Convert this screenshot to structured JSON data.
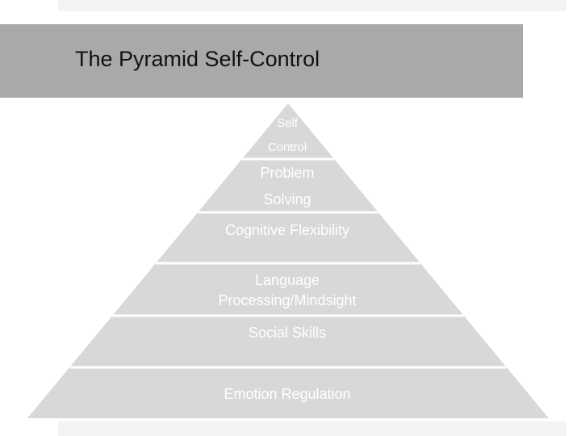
{
  "title": "The Pyramid Self-Control",
  "levels": [
    {
      "lines": [
        "Self",
        "Control"
      ]
    },
    {
      "lines": [
        "Problem",
        "Solving"
      ]
    },
    {
      "lines": [
        "Cognitive Flexibility"
      ]
    },
    {
      "lines": [
        "Language",
        "Processing/Mindsight"
      ]
    },
    {
      "lines": [
        "Social Skills"
      ]
    },
    {
      "lines": [
        "Emotion Regulation"
      ]
    }
  ],
  "colors": {
    "title_bar": "#a9a9a9",
    "pyramid_fill": "#d8d8d8",
    "divider": "#ffffff",
    "label_text": "#ffffff"
  }
}
